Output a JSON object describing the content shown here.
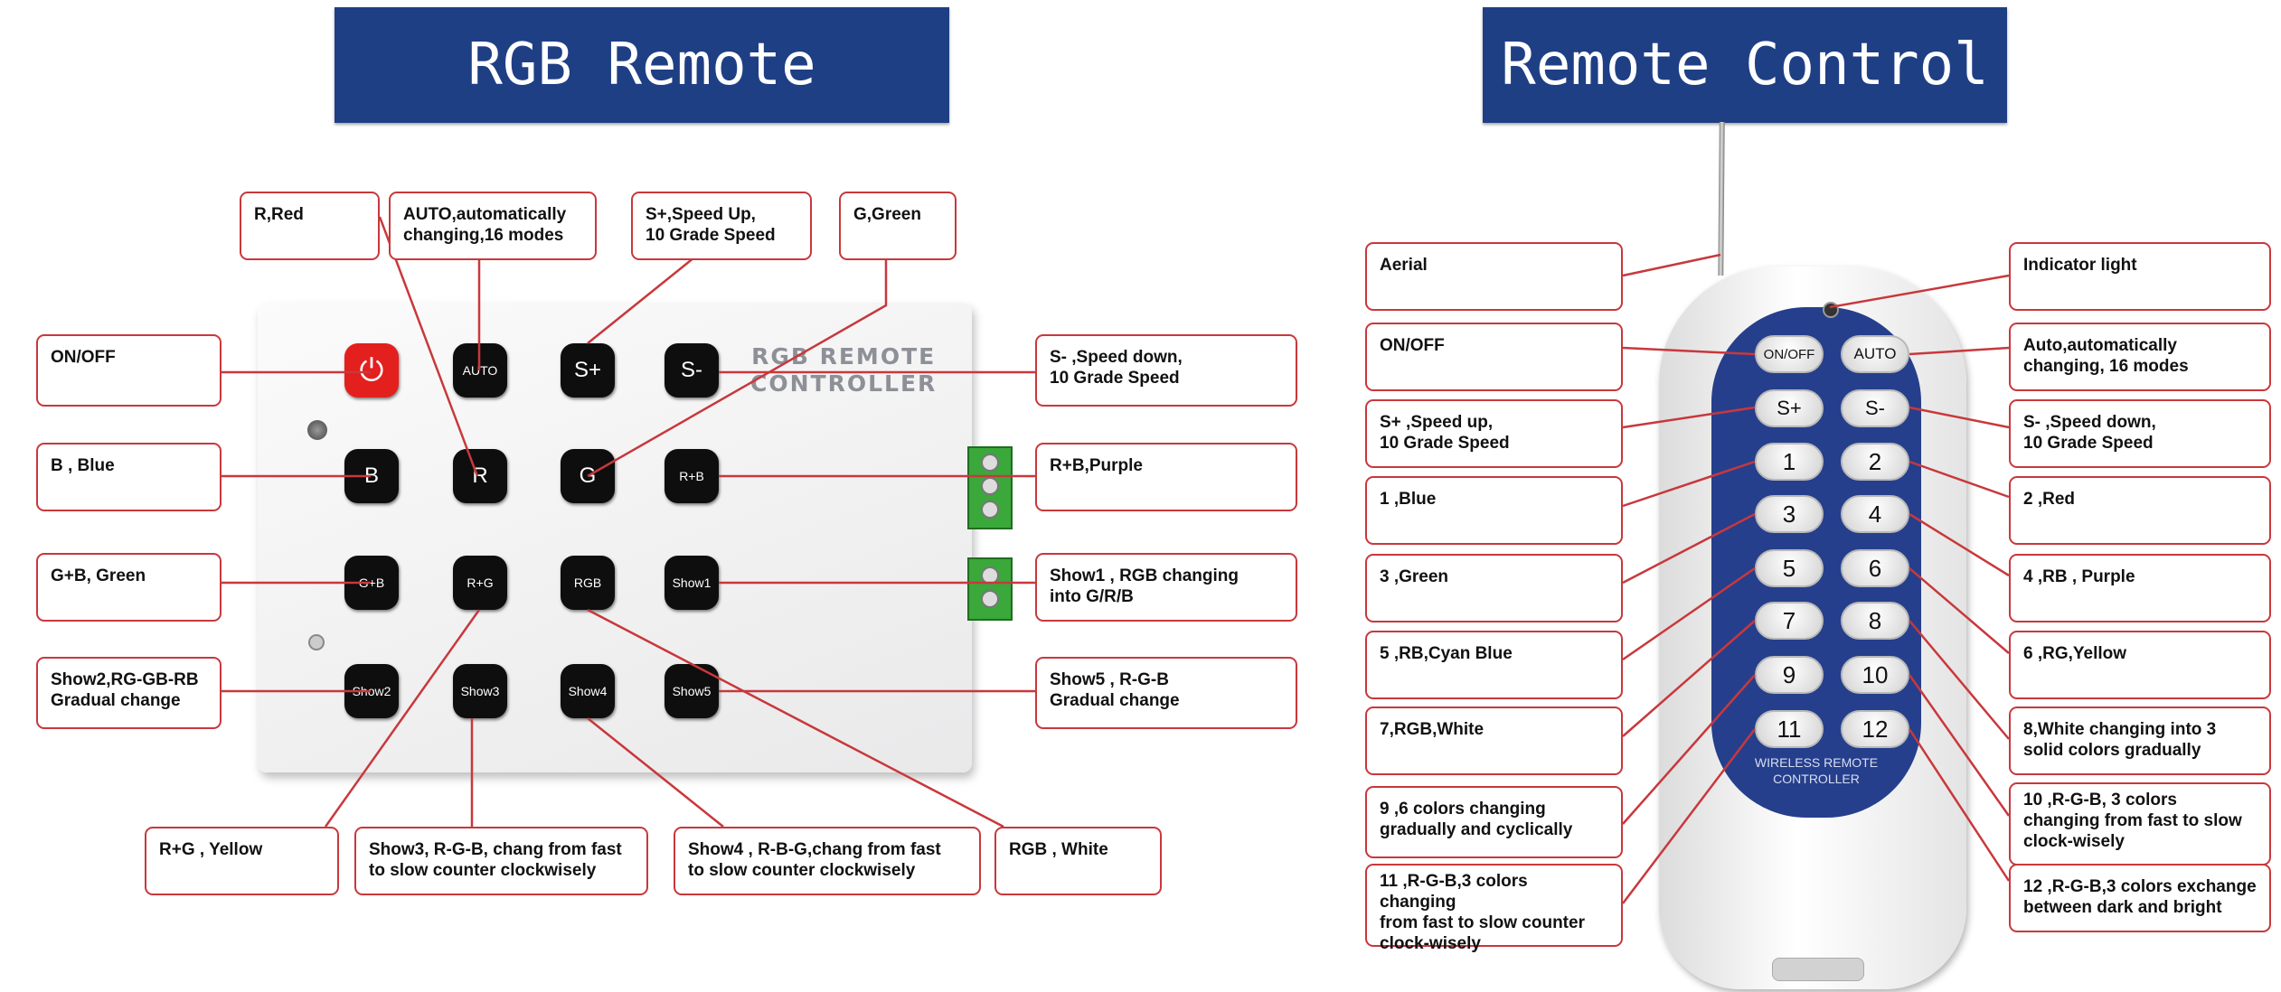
{
  "left": {
    "title": "RGB Remote Control",
    "brand": "RGB REMOTE\nCONTROLLER",
    "buttons": {
      "power_symbol": "⏻",
      "auto": "AUTO",
      "s_plus": "S+",
      "s_minus": "S-",
      "b": "B",
      "r": "R",
      "g": "G",
      "rb": "R+B",
      "gb": "G+B",
      "rg": "R+G",
      "rgb": "RGB",
      "show1": "Show1",
      "show2": "Show2",
      "show3": "Show3",
      "show4": "Show4",
      "show5": "Show5"
    },
    "labels": {
      "red": "R,Red",
      "auto": "AUTO,automatically\nchanging,16 modes",
      "speed_up": "S+,Speed Up,\n10 Grade Speed",
      "green_top": "G,Green",
      "on_off": "ON/OFF",
      "speed_down": "S- ,Speed down,\n10 Grade Speed",
      "blue": "B , Blue",
      "purple": "R+B,Purple",
      "gb_green": "G+B, Green",
      "show1": "Show1 , RGB changing\n into G/R/B",
      "show2": "Show2,RG-GB-RB\nGradual change",
      "show5": "Show5 , R-G-B\nGradual change",
      "yellow": "R+G , Yellow",
      "show3": "Show3, R-G-B, chang from fast\nto slow counter clockwisely",
      "show4": "Show4 , R-B-G,chang from fast\nto slow counter clockwisely",
      "white": "RGB , White"
    }
  },
  "right": {
    "title": "Remote Control",
    "brand": "WIRELESS REMOTE\nCONTROLLER",
    "buttons": {
      "on_off": "ON/OFF",
      "auto": "AUTO",
      "s_plus": "S+",
      "s_minus": "S-",
      "n1": "1",
      "n2": "2",
      "n3": "3",
      "n4": "4",
      "n5": "5",
      "n6": "6",
      "n7": "7",
      "n8": "8",
      "n9": "9",
      "n10": "10",
      "n11": "11",
      "n12": "12"
    },
    "labels": {
      "aerial": "Aerial",
      "indicator": "Indicator light",
      "on_off": "ON/OFF",
      "auto": "Auto,automatically\nchanging, 16  modes",
      "s_plus": "S+ ,Speed up,\n10 Grade Speed",
      "s_minus": "S- ,Speed down,\n10 Grade Speed",
      "b1": "1 ,Blue",
      "b2": "2 ,Red",
      "b3": "3 ,Green",
      "b4": "4 ,RB , Purple",
      "b5": "5 ,RB,Cyan Blue",
      "b6": "6 ,RG,Yellow",
      "b7": "7,RGB,White",
      "b8": "8,White changing into 3\nsolid colors gradually",
      "b9": "9 ,6 colors changing\ngradually and cyclically",
      "b10": "10 ,R-G-B, 3 colors\nchanging from fast to slow\nclock-wisely",
      "b11": "11 ,R-G-B,3 colors changing\nfrom fast to slow counter\nclock-wisely",
      "b12": "12 ,R-G-B,3 colors exchange\nbetween dark and bright"
    }
  },
  "colors": {
    "title_bg": "#1f3f85",
    "label_border": "#c8383c",
    "power": "#e3201e",
    "panel": "#263f8c"
  }
}
